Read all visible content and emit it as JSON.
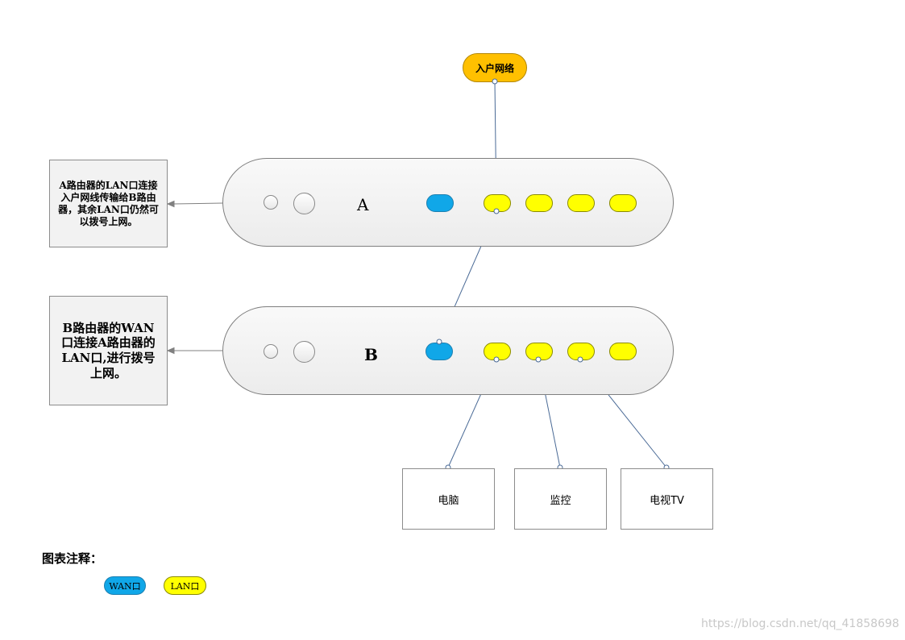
{
  "source": {
    "label": "入户网络"
  },
  "routers": [
    {
      "id": "A",
      "name": "A"
    },
    {
      "id": "B",
      "name": "B"
    }
  ],
  "notes": [
    {
      "router": "A",
      "text": "A路由器的LAN口连接入户网线传输给B路由器，其余LAN口仍然可以拨号上网。"
    },
    {
      "router": "B",
      "text": "B路由器的WAN口连接A路由器的LAN口,进行拨号上网。"
    }
  ],
  "devices": [
    {
      "label": "电脑"
    },
    {
      "label": "监控"
    },
    {
      "label": "电视TV"
    }
  ],
  "legend": {
    "title": "图表注释：",
    "items": [
      {
        "label": "WAN口",
        "color": "#10a7e8"
      },
      {
        "label": "LAN口",
        "color": "#ffff00"
      }
    ]
  },
  "colors": {
    "wan": "#10a7e8",
    "lan": "#ffff00",
    "source": "#ffc000",
    "wire": "#4a6a96"
  },
  "watermark": "https://blog.csdn.net/qq_41858698"
}
